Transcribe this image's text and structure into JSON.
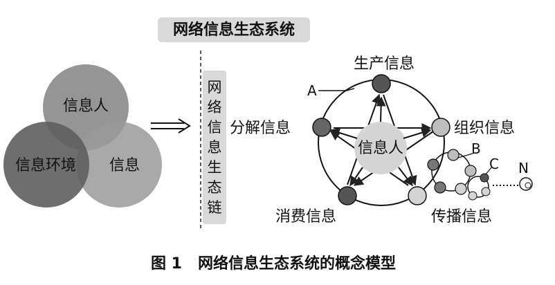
{
  "title_box": "网络信息生态系统",
  "venn": {
    "top": "信息人",
    "left": "信息环境",
    "right": "信息"
  },
  "chain": [
    "网",
    "络",
    "信",
    "息",
    "生",
    "态",
    "链"
  ],
  "cycle": {
    "center": "信息人",
    "produce": "生产信息",
    "organize": "组织信息",
    "spread": "传播信息",
    "consume": "消费信息",
    "decompose": "分解信息"
  },
  "markers": {
    "a": "A",
    "b": "B",
    "c": "C",
    "n": "N"
  },
  "caption": "图 1   网络信息生态系统的概念模型",
  "colors": {
    "dark": "#555555",
    "mid": "#8a8a8a",
    "light": "#bdbdbd",
    "lighter": "#d4d4d4",
    "panel": "#d9d9d9"
  }
}
